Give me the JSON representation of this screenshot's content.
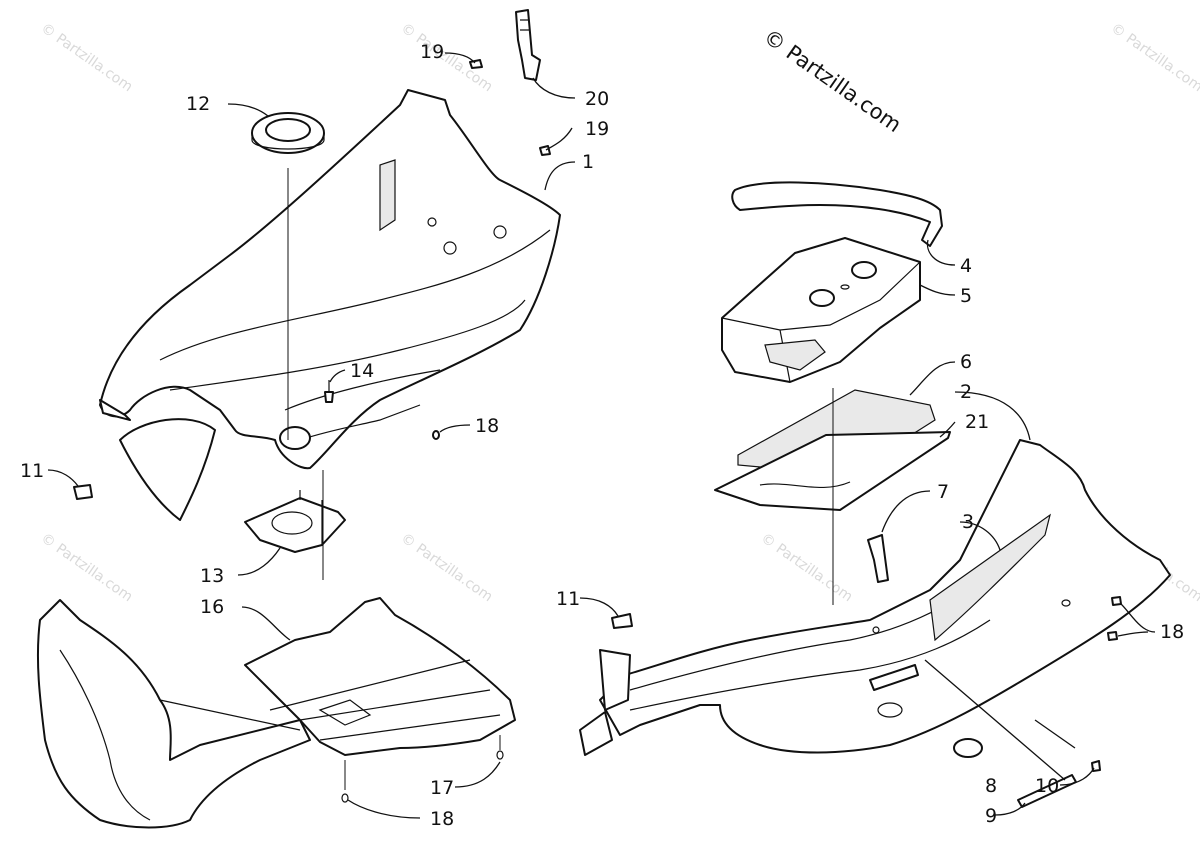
{
  "copyright": "© Partzilla.com",
  "watermark": "© Partzilla.com",
  "callouts": {
    "c1": "1",
    "c2": "2",
    "c3": "3",
    "c4": "4",
    "c5": "5",
    "c6": "6",
    "c7": "7",
    "c8": "8",
    "c9": "9",
    "c10": "10",
    "c11a": "11",
    "c11b": "11",
    "c12": "12",
    "c13": "13",
    "c14": "14",
    "c16": "16",
    "c17": "17",
    "c18a": "18",
    "c18b": "18",
    "c18c": "18",
    "c19a": "19",
    "c19b": "19",
    "c20": "20",
    "c21": "21"
  }
}
